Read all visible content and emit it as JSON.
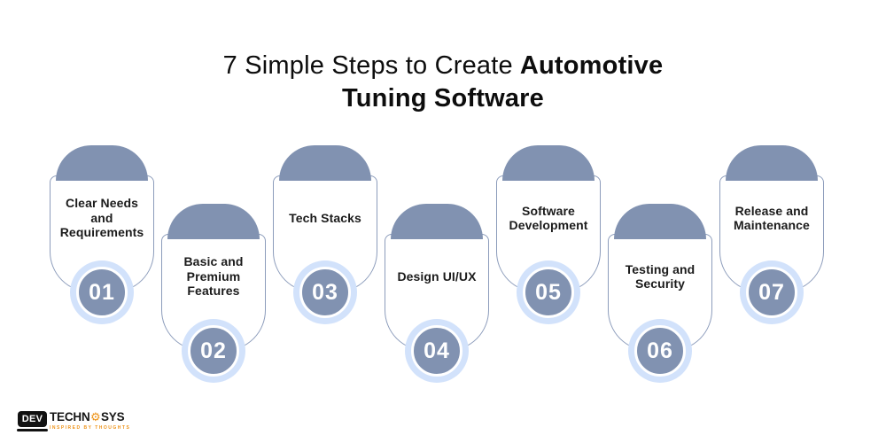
{
  "title": {
    "line1_regular": "7 Simple Steps to Create",
    "line1_bold": "Automotive",
    "line2_bold": "Tuning Software"
  },
  "steps": [
    {
      "number": "01",
      "label": "Clear Needs\nand\nRequirements"
    },
    {
      "number": "02",
      "label": "Basic and\nPremium\nFeatures"
    },
    {
      "number": "03",
      "label": "Tech Stacks"
    },
    {
      "number": "04",
      "label": "Design UI/UX"
    },
    {
      "number": "05",
      "label": "Software\nDevelopment"
    },
    {
      "number": "06",
      "label": "Testing and\nSecurity"
    },
    {
      "number": "07",
      "label": "Release and\nMaintenance"
    }
  ],
  "logo": {
    "dev": "DEV",
    "techn": "TECHN",
    "sys": "SYS",
    "tagline": "INSPIRED BY THOUGHTS"
  },
  "icons": {
    "gear": "⚙"
  },
  "colors": {
    "dome_blue": "#8192B1",
    "badge_light_blue": "#D2E2FB",
    "card_border": "#8C9CBB",
    "accent_orange": "#EE9318",
    "text": "#1B1B1B"
  }
}
